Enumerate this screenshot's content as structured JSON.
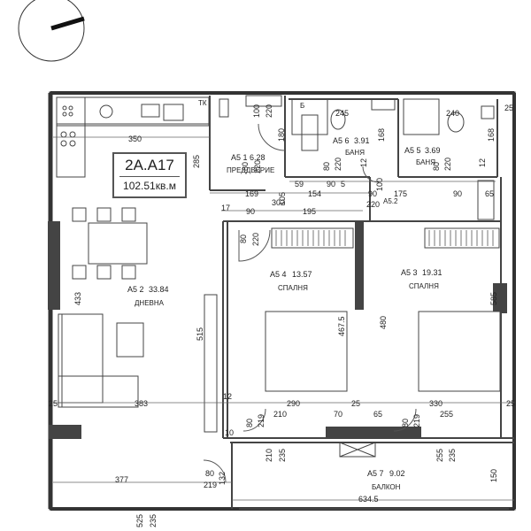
{
  "unit": {
    "code": "2A.A17",
    "area": "102.51кв.м"
  },
  "rooms": [
    {
      "id": "A5 1",
      "area": "6.28",
      "name": "ПРЕДДВЕРИЕ"
    },
    {
      "id": "A5 2",
      "area": "33.84",
      "name": "ДНЕВНА"
    },
    {
      "id": "A5 3",
      "area": "19.31",
      "name": "СПАЛНЯ"
    },
    {
      "id": "A5 4",
      "area": "13.57",
      "name": "СПАЛНЯ"
    },
    {
      "id": "A5 5",
      "area": "3.69",
      "name": "БАНЯ"
    },
    {
      "id": "A5 6",
      "area": "3.91",
      "name": "БАНЯ"
    },
    {
      "id": "A5 7",
      "area": "9.02",
      "name": "БАЛКОН"
    },
    {
      "id": "A5.2",
      "area": "",
      "name": ""
    }
  ],
  "fixtures": {
    "kitchen_mark": "ТК",
    "bath_mark": "Б"
  },
  "dimensions": [
    "350",
    "285",
    "100",
    "220",
    "180",
    "169",
    "59",
    "90",
    "5",
    "154",
    "302",
    "105",
    "195",
    "17",
    "90",
    "245",
    "168",
    "80",
    "220",
    "12",
    "240",
    "25",
    "168",
    "80",
    "220",
    "12",
    "90",
    "100",
    "220",
    "175",
    "90",
    "65",
    "80",
    "220",
    "80",
    "220",
    "433",
    "515",
    "467.5",
    "480",
    "585",
    "25",
    "383",
    "12",
    "290",
    "25",
    "330",
    "25",
    "10",
    "80",
    "219",
    "210",
    "70",
    "65",
    "80",
    "219",
    "255",
    "210",
    "235",
    "255",
    "235",
    "80",
    "219",
    "132",
    "377",
    "634.5",
    "150",
    "525",
    "235"
  ]
}
